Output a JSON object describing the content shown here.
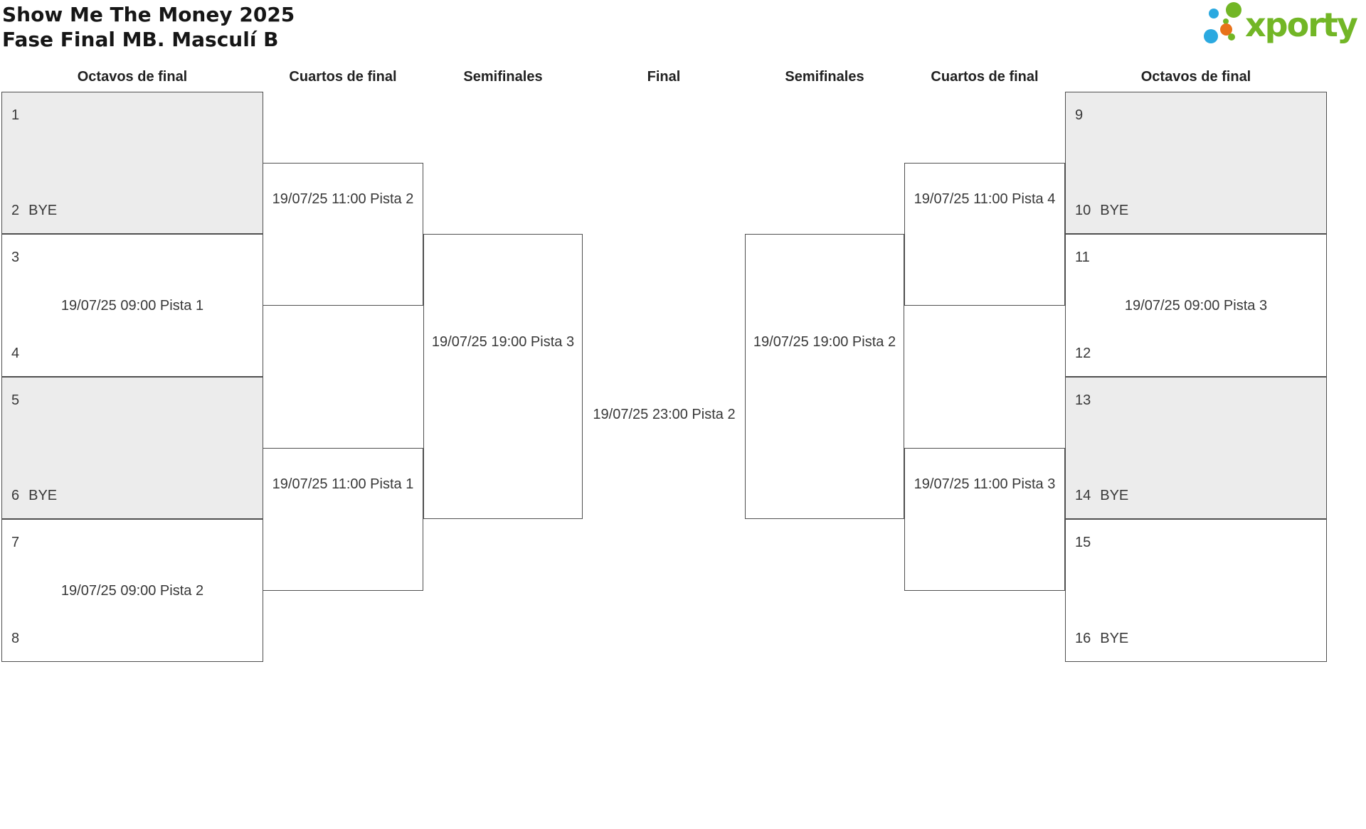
{
  "title": {
    "line1": "Show Me The Money 2025",
    "line2": "Fase Final MB. Masculí B"
  },
  "logo": {
    "brand": "xporty",
    "green": "#72b626",
    "blue": "#2ba9e0",
    "orange": "#e8731a"
  },
  "round_headers": {
    "octavos_left": "Octavos de final",
    "cuartos_left": "Cuartos de final",
    "semifinales_left": "Semifinales",
    "final": "Final",
    "semifinales_right": "Semifinales",
    "cuartos_right": "Cuartos de final",
    "octavos_right": "Octavos de final"
  },
  "bracket": {
    "octavos_left": [
      {
        "top_seed": "1",
        "top_name": "",
        "bottom_seed": "2",
        "bottom_name": "BYE",
        "date": ""
      },
      {
        "top_seed": "3",
        "top_name": "",
        "bottom_seed": "4",
        "bottom_name": "",
        "date": "19/07/25 09:00 Pista 1"
      },
      {
        "top_seed": "5",
        "top_name": "",
        "bottom_seed": "6",
        "bottom_name": "BYE",
        "date": ""
      },
      {
        "top_seed": "7",
        "top_name": "",
        "bottom_seed": "8",
        "bottom_name": "",
        "date": "19/07/25 09:00 Pista 2"
      }
    ],
    "cuartos_left": [
      {
        "date": "19/07/25 11:00 Pista 2"
      },
      {
        "date": "19/07/25 11:00 Pista 1"
      }
    ],
    "semifinal_left": {
      "date": "19/07/25 19:00 Pista 3"
    },
    "final": {
      "date": "19/07/25 23:00 Pista 2"
    },
    "semifinal_right": {
      "date": "19/07/25 19:00 Pista 2"
    },
    "cuartos_right": [
      {
        "date": "19/07/25 11:00 Pista 4"
      },
      {
        "date": "19/07/25 11:00 Pista 3"
      }
    ],
    "octavos_right": [
      {
        "top_seed": "9",
        "top_name": "",
        "bottom_seed": "10",
        "bottom_name": "BYE",
        "date": ""
      },
      {
        "top_seed": "11",
        "top_name": "",
        "bottom_seed": "12",
        "bottom_name": "",
        "date": "19/07/25 09:00 Pista 3"
      },
      {
        "top_seed": "13",
        "top_name": "",
        "bottom_seed": "14",
        "bottom_name": "BYE",
        "date": ""
      },
      {
        "top_seed": "15",
        "top_name": "",
        "bottom_seed": "16",
        "bottom_name": "BYE",
        "date": ""
      }
    ]
  },
  "colors": {
    "shaded_match_bg": "#ececec",
    "border": "#4f4f4f",
    "text": "#383838"
  }
}
